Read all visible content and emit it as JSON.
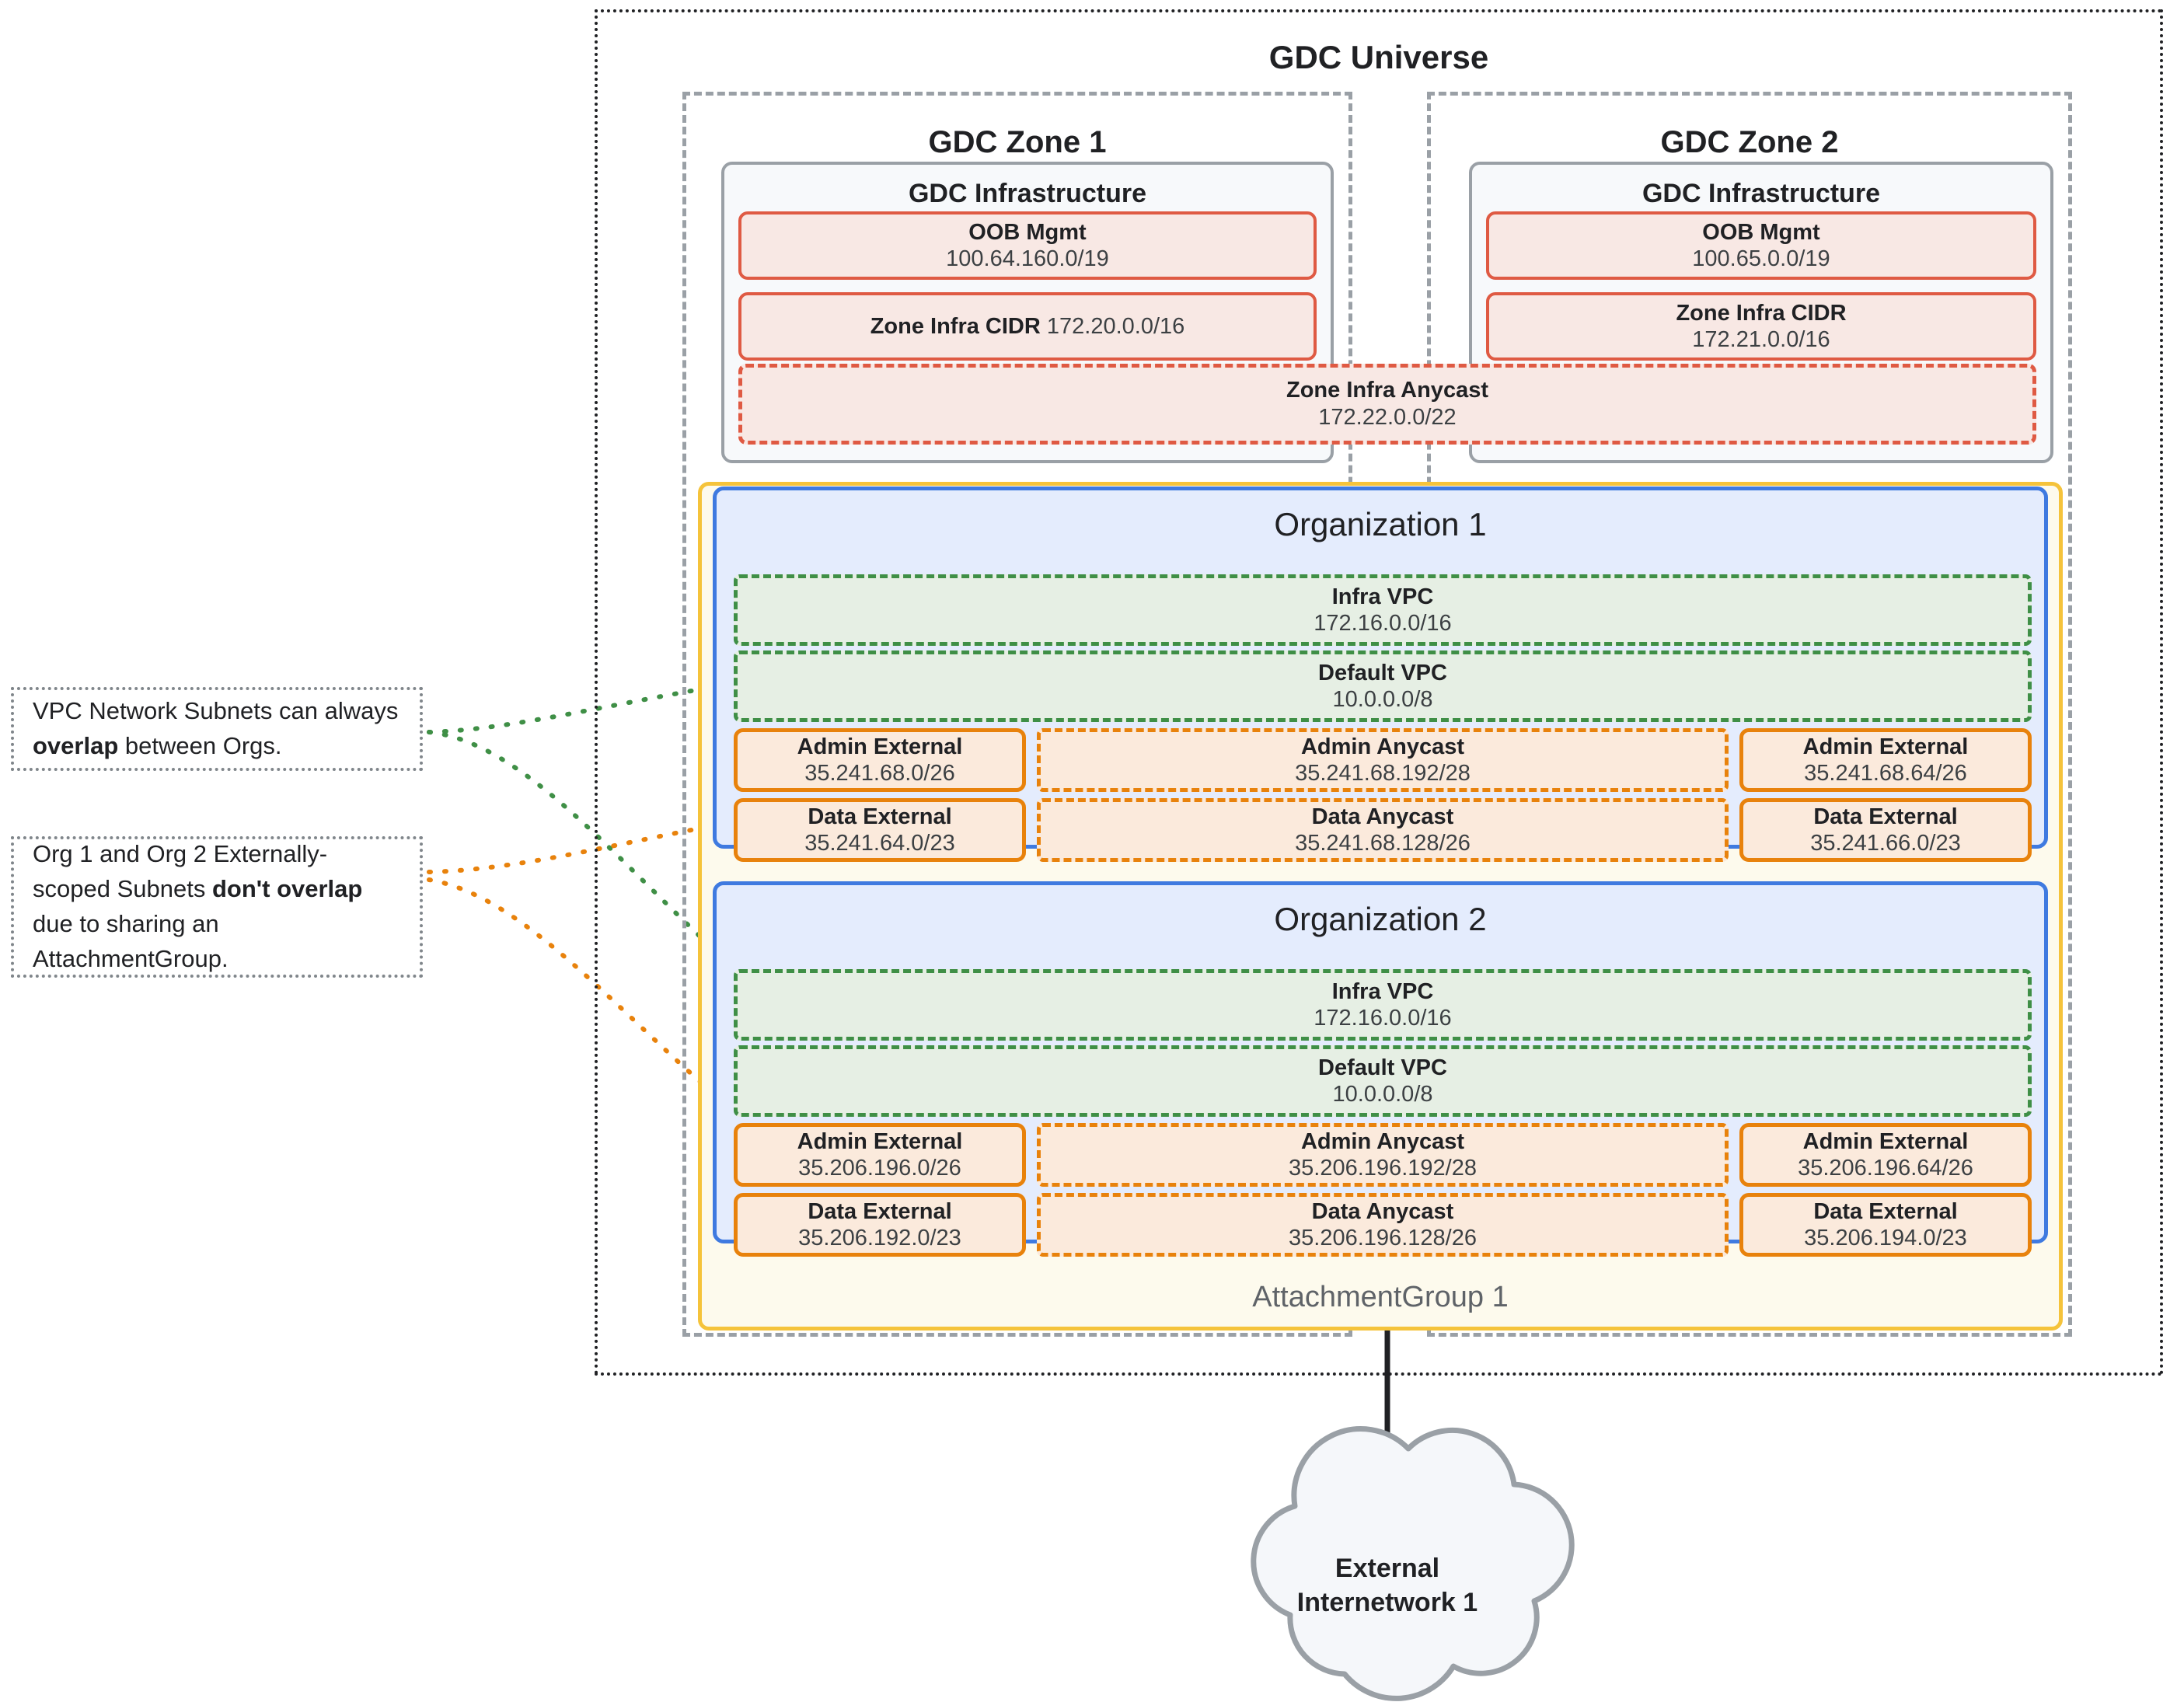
{
  "universe": {
    "title": "GDC Universe"
  },
  "zones": [
    {
      "title": "GDC Zone 1",
      "infra_title": "GDC Infrastructure",
      "oob": {
        "label": "OOB Mgmt",
        "cidr": "100.64.160.0/19"
      },
      "zone_infra_cidr": {
        "label": "Zone Infra CIDR",
        "cidr": "172.20.0.0/16",
        "inline": true
      }
    },
    {
      "title": "GDC Zone 2",
      "infra_title": "GDC Infrastructure",
      "oob": {
        "label": "OOB Mgmt",
        "cidr": "100.65.0.0/19"
      },
      "zone_infra_cidr": {
        "label": "Zone Infra CIDR",
        "cidr": "172.21.0.0/16",
        "inline": false
      }
    }
  ],
  "zone_infra_anycast": {
    "label": "Zone Infra Anycast",
    "cidr": "172.22.0.0/22"
  },
  "attachment_group": {
    "label": "AttachmentGroup 1"
  },
  "organizations": [
    {
      "title": "Organization 1",
      "infra_vpc": {
        "label": "Infra VPC",
        "cidr": "172.16.0.0/16"
      },
      "default_vpc": {
        "label": "Default VPC",
        "cidr": "10.0.0.0/8"
      },
      "admin_external_left": {
        "label": "Admin External",
        "cidr": "35.241.68.0/26"
      },
      "admin_anycast": {
        "label": "Admin Anycast",
        "cidr": "35.241.68.192/28"
      },
      "admin_external_right": {
        "label": "Admin External",
        "cidr": "35.241.68.64/26"
      },
      "data_external_left": {
        "label": "Data External",
        "cidr": "35.241.64.0/23"
      },
      "data_anycast": {
        "label": "Data Anycast",
        "cidr": "35.241.68.128/26"
      },
      "data_external_right": {
        "label": "Data External",
        "cidr": "35.241.66.0/23"
      }
    },
    {
      "title": "Organization 2",
      "infra_vpc": {
        "label": "Infra VPC",
        "cidr": "172.16.0.0/16"
      },
      "default_vpc": {
        "label": "Default VPC",
        "cidr": "10.0.0.0/8"
      },
      "admin_external_left": {
        "label": "Admin External",
        "cidr": "35.206.196.0/26"
      },
      "admin_anycast": {
        "label": "Admin Anycast",
        "cidr": "35.206.196.192/28"
      },
      "admin_external_right": {
        "label": "Admin External",
        "cidr": "35.206.196.64/26"
      },
      "data_external_left": {
        "label": "Data External",
        "cidr": "35.206.192.0/23"
      },
      "data_anycast": {
        "label": "Data Anycast",
        "cidr": "35.206.196.128/26"
      },
      "data_external_right": {
        "label": "Data External",
        "cidr": "35.206.194.0/23"
      }
    }
  ],
  "notes": [
    {
      "id": "overlap-note",
      "prefix": "VPC Network Subnets can always ",
      "emphasis": "overlap",
      "suffix": " between Orgs."
    },
    {
      "id": "no-overlap-note",
      "prefix": "Org 1 and Org 2 Externally-scoped Subnets ",
      "emphasis": "don't overlap",
      "suffix": " due to sharing an AttachmentGroup."
    }
  ],
  "external_network": {
    "line1": "External",
    "line2": "Internetwork 1"
  },
  "colors": {
    "infra_red_border": "#df5a43",
    "infra_red_fill": "#f8e8e4",
    "vpc_green_border": "#3f8f46",
    "vpc_green_fill": "#e6efe4",
    "subnet_orange_border": "#e8820c",
    "subnet_orange_fill": "#fbeadc",
    "org_blue_border": "#3f7ae0",
    "org_blue_fill": "#e4ecfd",
    "attach_yellow_border": "#f5c33b",
    "attach_yellow_fill": "#fdfaed",
    "zone_gray": "#9aa0a6",
    "universe_black": "#202124"
  }
}
